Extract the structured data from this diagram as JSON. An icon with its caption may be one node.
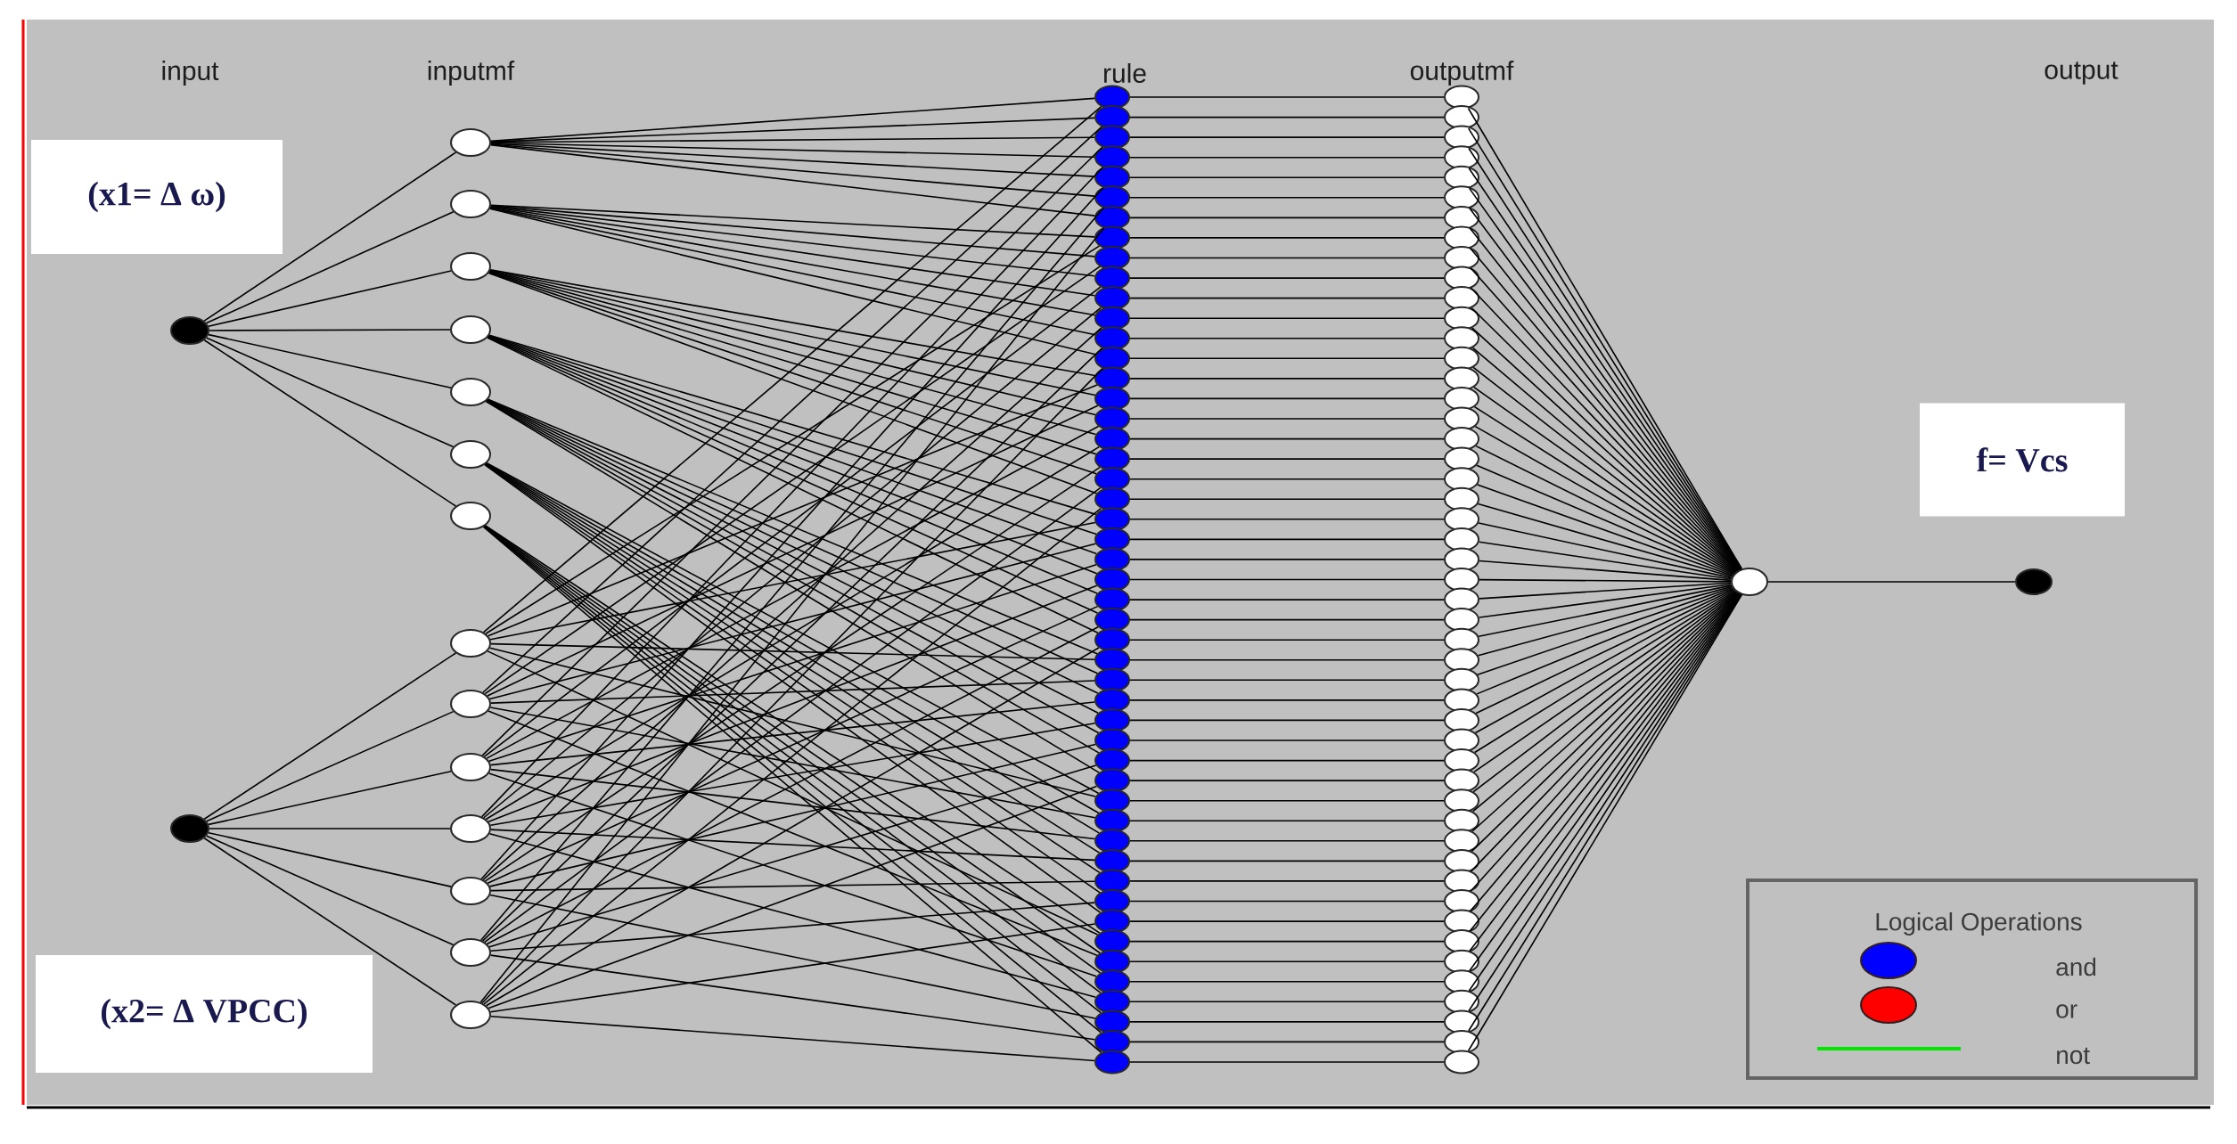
{
  "diagram": {
    "nodes": [
      {
        "text": [],
        "shape": "circle"
      },
      {
        "text": [],
        "shape": "circle"
      },
      {
        "text": [],
        "shape": "circle"
      },
      {
        "text": [],
        "shape": "circle"
      },
      {
        "text": [],
        "shape": "circle"
      },
      {
        "text": [],
        "shape": "circle"
      },
      {
        "text": [],
        "shape": "circle"
      },
      {
        "text": [],
        "shape": "circle"
      },
      {
        "text": [],
        "shape": "circle"
      },
      {
        "text": [],
        "shape": "circle"
      },
      {
        "text": [],
        "shape": "circle"
      },
      {
        "text": [],
        "shape": "circle"
      },
      {
        "text": [],
        "shape": "circle"
      },
      {
        "text": [],
        "shape": "circle"
      },
      {
        "text": [],
        "shape": "circle"
      },
      {
        "text": [],
        "shape": "circle"
      },
      {
        "text": [],
        "shape": "circle"
      },
      {
        "text": [],
        "shape": "circle"
      },
      {
        "text": [],
        "shape": "circle"
      },
      {
        "text": [],
        "shape": "circle"
      },
      {
        "text": [],
        "shape": "circle"
      },
      {
        "text": [],
        "shape": "circle"
      },
      {
        "text": [],
        "shape": "circle"
      },
      {
        "text": [],
        "shape": "circle"
      },
      {
        "text": [],
        "shape": "circle"
      },
      {
        "text": [],
        "shape": "circle"
      },
      {
        "text": [],
        "shape": "circle"
      },
      {
        "text": [],
        "shape": "circle"
      },
      {
        "text": [],
        "shape": "circle"
      },
      {
        "text": [],
        "shape": "circle"
      },
      {
        "text": [],
        "shape": "circle"
      },
      {
        "text": [],
        "shape": "circle"
      },
      {
        "text": [],
        "shape": "circle"
      },
      {
        "text": [],
        "shape": "circle"
      },
      {
        "text": [],
        "shape": "circle"
      },
      {
        "text": [],
        "shape": "circle"
      },
      {
        "text": [],
        "shape": "circle"
      },
      {
        "text": [],
        "shape": "circle"
      },
      {
        "text": [],
        "shape": "circle"
      },
      {
        "text": [],
        "shape": "circle"
      },
      {
        "text": [],
        "shape": "circle"
      },
      {
        "text": [],
        "shape": "circle"
      },
      {
        "text": [],
        "shape": "circle"
      },
      {
        "text": [],
        "shape": "circle"
      },
      {
        "text": [],
        "shape": "circle"
      },
      {
        "text": [],
        "shape": "circle"
      },
      {
        "text": [],
        "shape": "circle"
      },
      {
        "text": [],
        "shape": "circle"
      },
      {
        "text": [],
        "shape": "circle"
      },
      {
        "text": [],
        "shape": "circle"
      },
      {
        "text": [],
        "shape": "circle"
      },
      {
        "text": [],
        "shape": "circle"
      },
      {
        "text": [],
        "shape": "circle"
      },
      {
        "text": [],
        "shape": "circle"
      },
      {
        "text": [],
        "shape": "circle"
      },
      {
        "text": [],
        "shape": "circle"
      },
      {
        "text": [],
        "shape": "circle"
      },
      {
        "text": [],
        "shape": "circle"
      },
      {
        "text": [],
        "shape": "circle"
      },
      {
        "text": [],
        "shape": "circle"
      },
      {
        "text": [],
        "shape": "circle"
      },
      {
        "text": [],
        "shape": "circle"
      },
      {
        "text": [],
        "shape": "circle"
      },
      {
        "text": [],
        "shape": "circle"
      },
      {
        "text": [],
        "shape": "circle"
      },
      {
        "text": [],
        "shape": "circle"
      },
      {
        "text": [],
        "shape": "circle"
      },
      {
        "text": [],
        "shape": "circle"
      },
      {
        "text": [],
        "shape": "circle"
      },
      {
        "text": [],
        "shape": "circle"
      },
      {
        "text": [],
        "shape": "circle"
      },
      {
        "text": [],
        "shape": "circle"
      },
      {
        "text": [],
        "shape": "circle"
      },
      {
        "text": [],
        "shape": "circle"
      },
      {
        "text": [],
        "shape": "circle"
      },
      {
        "text": [],
        "shape": "circle"
      },
      {
        "text": [],
        "shape": "circle"
      },
      {
        "text": [],
        "shape": "circle"
      },
      {
        "text": [],
        "shape": "circle"
      },
      {
        "text": [],
        "shape": "circle"
      },
      {
        "text": [],
        "shape": "circle"
      },
      {
        "text": [],
        "shape": "circle"
      },
      {
        "text": [],
        "shape": "circle"
      },
      {
        "text": [],
        "shape": "circle"
      },
      {
        "text": [],
        "shape": "circle"
      },
      {
        "text": [],
        "shape": "circle"
      },
      {
        "text": [],
        "shape": "circle"
      },
      {
        "text": [],
        "shape": "circle"
      },
      {
        "text": [],
        "shape": "circle"
      },
      {
        "text": [],
        "shape": "circle"
      },
      {
        "text": [],
        "shape": "circle"
      },
      {
        "text": [],
        "shape": "circle"
      },
      {
        "text": [],
        "shape": "circle"
      },
      {
        "text": [],
        "shape": "circle"
      },
      {
        "text": [],
        "shape": "circle"
      },
      {
        "text": [],
        "shape": "circle"
      },
      {
        "text": [],
        "shape": "circle"
      },
      {
        "text": [],
        "shape": "circle"
      },
      {
        "text": [],
        "shape": "circle"
      },
      {
        "text": [],
        "shape": "circle"
      },
      {
        "text": [],
        "shape": "circle"
      },
      {
        "text": [],
        "shape": "circle"
      },
      {
        "text": [],
        "shape": "circle"
      },
      {
        "text": [],
        "shape": "circle"
      },
      {
        "text": [],
        "shape": "circle"
      },
      {
        "text": [],
        "shape": "circle"
      },
      {
        "text": [],
        "shape": "circle"
      },
      {
        "text": [],
        "shape": "circle"
      },
      {
        "text": [],
        "shape": "circle"
      },
      {
        "text": [],
        "shape": "circle"
      },
      {
        "text": [],
        "shape": "circle"
      },
      {
        "text": [],
        "shape": "circle"
      },
      {
        "text": [],
        "shape": "circle"
      },
      {
        "text": [],
        "shape": "circle"
      },
      {
        "text": [],
        "shape": "circle"
      },
      {
        "text": [],
        "shape": "circle"
      },
      {
        "text": [
          "(x1= Δ ω)"
        ]
      },
      {
        "text": [
          "(x2= Δ VPCC)"
        ]
      },
      {
        "text": [
          "f= Vcs"
        ]
      }
    ],
    "edges": [
      {
        "from": 0,
        "to": 2,
        "arrow": "none"
      },
      {
        "from": 0,
        "to": 3,
        "arrow": "none"
      },
      {
        "from": 0,
        "to": 4,
        "arrow": "none"
      },
      {
        "from": 0,
        "to": 5,
        "arrow": "none"
      },
      {
        "from": 0,
        "to": 6,
        "arrow": "none"
      },
      {
        "from": 0,
        "to": 7,
        "arrow": "none"
      },
      {
        "from": 0,
        "to": 8,
        "arrow": "none"
      },
      {
        "from": 1,
        "to": 9,
        "arrow": "none"
      },
      {
        "from": 1,
        "to": 10,
        "arrow": "none"
      },
      {
        "from": 1,
        "to": 11,
        "arrow": "none"
      },
      {
        "from": 1,
        "to": 12,
        "arrow": "none"
      },
      {
        "from": 1,
        "to": 13,
        "arrow": "none"
      },
      {
        "from": 1,
        "to": 14,
        "arrow": "none"
      },
      {
        "from": 1,
        "to": 15,
        "arrow": "none"
      },
      {
        "from": 2,
        "to": 16,
        "arrow": "none"
      },
      {
        "from": 9,
        "to": 16,
        "arrow": "none"
      },
      {
        "from": 2,
        "to": 17,
        "arrow": "none"
      },
      {
        "from": 10,
        "to": 17,
        "arrow": "none"
      },
      {
        "from": 2,
        "to": 18,
        "arrow": "none"
      },
      {
        "from": 11,
        "to": 18,
        "arrow": "none"
      },
      {
        "from": 2,
        "to": 19,
        "arrow": "none"
      },
      {
        "from": 12,
        "to": 19,
        "arrow": "none"
      },
      {
        "from": 2,
        "to": 20,
        "arrow": "none"
      },
      {
        "from": 13,
        "to": 20,
        "arrow": "none"
      },
      {
        "from": 2,
        "to": 21,
        "arrow": "none"
      },
      {
        "from": 14,
        "to": 21,
        "arrow": "none"
      },
      {
        "from": 2,
        "to": 22,
        "arrow": "none"
      },
      {
        "from": 15,
        "to": 22,
        "arrow": "none"
      },
      {
        "from": 3,
        "to": 23,
        "arrow": "none"
      },
      {
        "from": 9,
        "to": 23,
        "arrow": "none"
      },
      {
        "from": 3,
        "to": 24,
        "arrow": "none"
      },
      {
        "from": 10,
        "to": 24,
        "arrow": "none"
      },
      {
        "from": 3,
        "to": 25,
        "arrow": "none"
      },
      {
        "from": 11,
        "to": 25,
        "arrow": "none"
      },
      {
        "from": 3,
        "to": 26,
        "arrow": "none"
      },
      {
        "from": 12,
        "to": 26,
        "arrow": "none"
      },
      {
        "from": 3,
        "to": 27,
        "arrow": "none"
      },
      {
        "from": 13,
        "to": 27,
        "arrow": "none"
      },
      {
        "from": 3,
        "to": 28,
        "arrow": "none"
      },
      {
        "from": 14,
        "to": 28,
        "arrow": "none"
      },
      {
        "from": 3,
        "to": 29,
        "arrow": "none"
      },
      {
        "from": 15,
        "to": 29,
        "arrow": "none"
      },
      {
        "from": 4,
        "to": 30,
        "arrow": "none"
      },
      {
        "from": 9,
        "to": 30,
        "arrow": "none"
      },
      {
        "from": 4,
        "to": 31,
        "arrow": "none"
      },
      {
        "from": 10,
        "to": 31,
        "arrow": "none"
      },
      {
        "from": 4,
        "to": 32,
        "arrow": "none"
      },
      {
        "from": 11,
        "to": 32,
        "arrow": "none"
      },
      {
        "from": 4,
        "to": 33,
        "arrow": "none"
      },
      {
        "from": 12,
        "to": 33,
        "arrow": "none"
      },
      {
        "from": 4,
        "to": 34,
        "arrow": "none"
      },
      {
        "from": 13,
        "to": 34,
        "arrow": "none"
      },
      {
        "from": 4,
        "to": 35,
        "arrow": "none"
      },
      {
        "from": 14,
        "to": 35,
        "arrow": "none"
      },
      {
        "from": 4,
        "to": 36,
        "arrow": "none"
      },
      {
        "from": 15,
        "to": 36,
        "arrow": "none"
      },
      {
        "from": 5,
        "to": 37,
        "arrow": "none"
      },
      {
        "from": 9,
        "to": 37,
        "arrow": "none"
      },
      {
        "from": 5,
        "to": 38,
        "arrow": "none"
      },
      {
        "from": 10,
        "to": 38,
        "arrow": "none"
      },
      {
        "from": 5,
        "to": 39,
        "arrow": "none"
      },
      {
        "from": 11,
        "to": 39,
        "arrow": "none"
      },
      {
        "from": 5,
        "to": 40,
        "arrow": "none"
      },
      {
        "from": 12,
        "to": 40,
        "arrow": "none"
      },
      {
        "from": 5,
        "to": 41,
        "arrow": "none"
      },
      {
        "from": 13,
        "to": 41,
        "arrow": "none"
      },
      {
        "from": 5,
        "to": 42,
        "arrow": "none"
      },
      {
        "from": 14,
        "to": 42,
        "arrow": "none"
      },
      {
        "from": 5,
        "to": 43,
        "arrow": "none"
      },
      {
        "from": 15,
        "to": 43,
        "arrow": "none"
      },
      {
        "from": 6,
        "to": 44,
        "arrow": "none"
      },
      {
        "from": 9,
        "to": 44,
        "arrow": "none"
      },
      {
        "from": 6,
        "to": 45,
        "arrow": "none"
      },
      {
        "from": 10,
        "to": 45,
        "arrow": "none"
      },
      {
        "from": 6,
        "to": 46,
        "arrow": "none"
      },
      {
        "from": 11,
        "to": 46,
        "arrow": "none"
      },
      {
        "from": 6,
        "to": 47,
        "arrow": "none"
      },
      {
        "from": 12,
        "to": 47,
        "arrow": "none"
      },
      {
        "from": 6,
        "to": 48,
        "arrow": "none"
      },
      {
        "from": 13,
        "to": 48,
        "arrow": "none"
      },
      {
        "from": 6,
        "to": 49,
        "arrow": "none"
      },
      {
        "from": 14,
        "to": 49,
        "arrow": "none"
      },
      {
        "from": 6,
        "to": 50,
        "arrow": "none"
      },
      {
        "from": 15,
        "to": 50,
        "arrow": "none"
      },
      {
        "from": 7,
        "to": 51,
        "arrow": "none"
      },
      {
        "from": 9,
        "to": 51,
        "arrow": "none"
      },
      {
        "from": 7,
        "to": 52,
        "arrow": "none"
      },
      {
        "from": 10,
        "to": 52,
        "arrow": "none"
      },
      {
        "from": 7,
        "to": 53,
        "arrow": "none"
      },
      {
        "from": 11,
        "to": 53,
        "arrow": "none"
      },
      {
        "from": 7,
        "to": 54,
        "arrow": "none"
      },
      {
        "from": 12,
        "to": 54,
        "arrow": "none"
      },
      {
        "from": 7,
        "to": 55,
        "arrow": "none"
      },
      {
        "from": 13,
        "to": 55,
        "arrow": "none"
      },
      {
        "from": 7,
        "to": 56,
        "arrow": "none"
      },
      {
        "from": 14,
        "to": 56,
        "arrow": "none"
      },
      {
        "from": 7,
        "to": 57,
        "arrow": "none"
      },
      {
        "from": 15,
        "to": 57,
        "arrow": "none"
      },
      {
        "from": 8,
        "to": 58,
        "arrow": "none"
      },
      {
        "from": 9,
        "to": 58,
        "arrow": "none"
      },
      {
        "from": 8,
        "to": 59,
        "arrow": "none"
      },
      {
        "from": 10,
        "to": 59,
        "arrow": "none"
      },
      {
        "from": 8,
        "to": 60,
        "arrow": "none"
      },
      {
        "from": 11,
        "to": 60,
        "arrow": "none"
      },
      {
        "from": 8,
        "to": 61,
        "arrow": "none"
      },
      {
        "from": 12,
        "to": 61,
        "arrow": "none"
      },
      {
        "from": 8,
        "to": 62,
        "arrow": "none"
      },
      {
        "from": 13,
        "to": 62,
        "arrow": "none"
      },
      {
        "from": 8,
        "to": 63,
        "arrow": "none"
      },
      {
        "from": 14,
        "to": 63,
        "arrow": "none"
      },
      {
        "from": 8,
        "to": 64,
        "arrow": "none"
      },
      {
        "from": 15,
        "to": 64,
        "arrow": "none"
      },
      {
        "from": 16,
        "to": 65,
        "arrow": "none"
      },
      {
        "from": 17,
        "to": 66,
        "arrow": "none"
      },
      {
        "from": 18,
        "to": 67,
        "arrow": "none"
      },
      {
        "from": 19,
        "to": 68,
        "arrow": "none"
      },
      {
        "from": 20,
        "to": 69,
        "arrow": "none"
      },
      {
        "from": 21,
        "to": 70,
        "arrow": "none"
      },
      {
        "from": 22,
        "to": 71,
        "arrow": "none"
      },
      {
        "from": 23,
        "to": 72,
        "arrow": "none"
      },
      {
        "from": 24,
        "to": 73,
        "arrow": "none"
      },
      {
        "from": 25,
        "to": 74,
        "arrow": "none"
      },
      {
        "from": 26,
        "to": 75,
        "arrow": "none"
      },
      {
        "from": 27,
        "to": 76,
        "arrow": "none"
      },
      {
        "from": 28,
        "to": 77,
        "arrow": "none"
      },
      {
        "from": 29,
        "to": 78,
        "arrow": "none"
      },
      {
        "from": 30,
        "to": 79,
        "arrow": "none"
      },
      {
        "from": 31,
        "to": 80,
        "arrow": "none"
      },
      {
        "from": 32,
        "to": 81,
        "arrow": "none"
      },
      {
        "from": 33,
        "to": 82,
        "arrow": "none"
      },
      {
        "from": 34,
        "to": 83,
        "arrow": "none"
      },
      {
        "from": 35,
        "to": 84,
        "arrow": "none"
      },
      {
        "from": 36,
        "to": 85,
        "arrow": "none"
      },
      {
        "from": 37,
        "to": 86,
        "arrow": "none"
      },
      {
        "from": 38,
        "to": 87,
        "arrow": "none"
      },
      {
        "from": 39,
        "to": 88,
        "arrow": "none"
      },
      {
        "from": 40,
        "to": 89,
        "arrow": "none"
      },
      {
        "from": 41,
        "to": 90,
        "arrow": "none"
      },
      {
        "from": 42,
        "to": 91,
        "arrow": "none"
      },
      {
        "from": 43,
        "to": 92,
        "arrow": "none"
      },
      {
        "from": 44,
        "to": 93,
        "arrow": "none"
      },
      {
        "from": 45,
        "to": 94,
        "arrow": "none"
      },
      {
        "from": 46,
        "to": 95,
        "arrow": "none"
      },
      {
        "from": 47,
        "to": 96,
        "arrow": "none"
      },
      {
        "from": 48,
        "to": 97,
        "arrow": "none"
      },
      {
        "from": 49,
        "to": 98,
        "arrow": "none"
      },
      {
        "from": 50,
        "to": 99,
        "arrow": "none"
      },
      {
        "from": 51,
        "to": 100,
        "arrow": "none"
      },
      {
        "from": 52,
        "to": 101,
        "arrow": "none"
      },
      {
        "from": 53,
        "to": 102,
        "arrow": "none"
      },
      {
        "from": 54,
        "to": 103,
        "arrow": "none"
      },
      {
        "from": 55,
        "to": 104,
        "arrow": "none"
      },
      {
        "from": 56,
        "to": 105,
        "arrow": "none"
      },
      {
        "from": 57,
        "to": 106,
        "arrow": "none"
      },
      {
        "from": 58,
        "to": 107,
        "arrow": "none"
      },
      {
        "from": 59,
        "to": 108,
        "arrow": "none"
      },
      {
        "from": 60,
        "to": 109,
        "arrow": "none"
      },
      {
        "from": 61,
        "to": 110,
        "arrow": "none"
      },
      {
        "from": 62,
        "to": 111,
        "arrow": "none"
      },
      {
        "from": 63,
        "to": 112,
        "arrow": "none"
      },
      {
        "from": 64,
        "to": 113,
        "arrow": "none"
      },
      {
        "from": 65,
        "to": 114,
        "arrow": "none"
      },
      {
        "from": 66,
        "to": 114,
        "arrow": "none"
      },
      {
        "from": 67,
        "to": 114,
        "arrow": "none"
      },
      {
        "from": 68,
        "to": 114,
        "arrow": "none"
      },
      {
        "from": 69,
        "to": 114,
        "arrow": "none"
      },
      {
        "from": 70,
        "to": 114,
        "arrow": "none"
      },
      {
        "from": 71,
        "to": 114,
        "arrow": "none"
      },
      {
        "from": 72,
        "to": 114,
        "arrow": "none"
      },
      {
        "from": 73,
        "to": 114,
        "arrow": "none"
      },
      {
        "from": 74,
        "to": 114,
        "arrow": "none"
      },
      {
        "from": 75,
        "to": 114,
        "arrow": "none"
      },
      {
        "from": 76,
        "to": 114,
        "arrow": "none"
      },
      {
        "from": 77,
        "to": 114,
        "arrow": "none"
      },
      {
        "from": 78,
        "to": 114,
        "arrow": "none"
      },
      {
        "from": 79,
        "to": 114,
        "arrow": "none"
      },
      {
        "from": 80,
        "to": 114,
        "arrow": "none"
      },
      {
        "from": 81,
        "to": 114,
        "arrow": "none"
      },
      {
        "from": 82,
        "to": 114,
        "arrow": "none"
      },
      {
        "from": 83,
        "to": 114,
        "arrow": "none"
      },
      {
        "from": 84,
        "to": 114,
        "arrow": "none"
      },
      {
        "from": 85,
        "to": 114,
        "arrow": "none"
      },
      {
        "from": 86,
        "to": 114,
        "arrow": "none"
      },
      {
        "from": 87,
        "to": 114,
        "arrow": "none"
      },
      {
        "from": 88,
        "to": 114,
        "arrow": "none"
      },
      {
        "from": 89,
        "to": 114,
        "arrow": "none"
      },
      {
        "from": 90,
        "to": 114,
        "arrow": "none"
      },
      {
        "from": 91,
        "to": 114,
        "arrow": "none"
      },
      {
        "from": 92,
        "to": 114,
        "arrow": "none"
      },
      {
        "from": 93,
        "to": 114,
        "arrow": "none"
      },
      {
        "from": 94,
        "to": 114,
        "arrow": "none"
      },
      {
        "from": 95,
        "to": 114,
        "arrow": "none"
      },
      {
        "from": 96,
        "to": 114,
        "arrow": "none"
      },
      {
        "from": 97,
        "to": 114,
        "arrow": "none"
      },
      {
        "from": 98,
        "to": 114,
        "arrow": "none"
      },
      {
        "from": 99,
        "to": 114,
        "arrow": "none"
      },
      {
        "from": 100,
        "to": 114,
        "arrow": "none"
      },
      {
        "from": 101,
        "to": 114,
        "arrow": "none"
      },
      {
        "from": 102,
        "to": 114,
        "arrow": "none"
      },
      {
        "from": 103,
        "to": 114,
        "arrow": "none"
      },
      {
        "from": 104,
        "to": 114,
        "arrow": "none"
      },
      {
        "from": 105,
        "to": 114,
        "arrow": "none"
      },
      {
        "from": 106,
        "to": 114,
        "arrow": "none"
      },
      {
        "from": 107,
        "to": 114,
        "arrow": "none"
      },
      {
        "from": 108,
        "to": 114,
        "arrow": "none"
      },
      {
        "from": 109,
        "to": 114,
        "arrow": "none"
      },
      {
        "from": 110,
        "to": 114,
        "arrow": "none"
      },
      {
        "from": 111,
        "to": 114,
        "arrow": "none"
      },
      {
        "from": 112,
        "to": 114,
        "arrow": "none"
      },
      {
        "from": 113,
        "to": 114,
        "arrow": "none"
      },
      {
        "from": 114,
        "to": 115,
        "arrow": "none"
      }
    ],
    "labels": [
      "input",
      "inputmf",
      "rule",
      "outputmf",
      "output",
      "Logical Operations"
    ],
    "legend": [
      {
        "text": "and",
        "color": "#0000ff"
      },
      {
        "text": "or",
        "color": "#ff0000"
      },
      {
        "text": "not"
      }
    ]
  }
}
